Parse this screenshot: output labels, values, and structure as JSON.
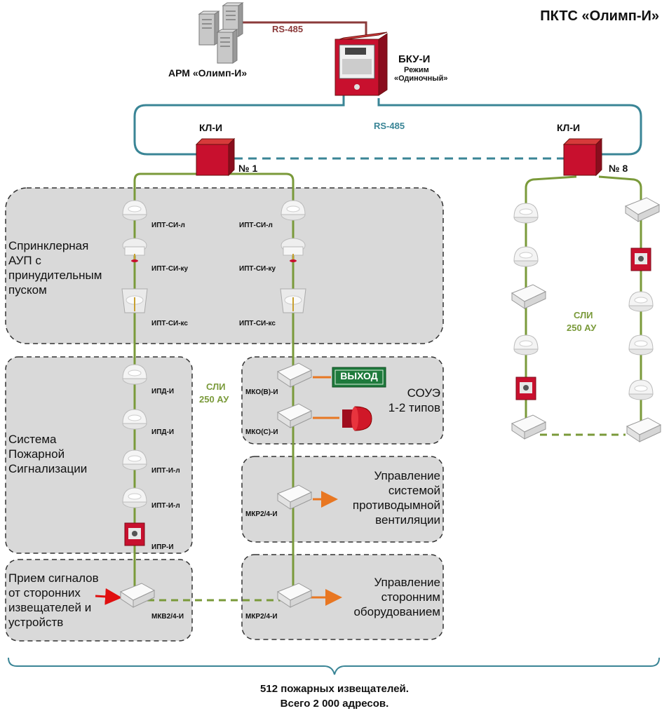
{
  "title": "ПКТС «Олимп-И»",
  "top": {
    "rs485_top": "RS-485",
    "arm_label": "АРМ «Олимп-И»",
    "bku_label": "БКУ-И",
    "bku_mode_1": "Режим",
    "bku_mode_2": "«Одиночный»",
    "rs485_ring": "RS-485"
  },
  "controllers": {
    "kl_left": "КЛ-И",
    "kl_left_num": "№ 1",
    "kl_right": "КЛ-И",
    "kl_right_num": "№ 8"
  },
  "zones": {
    "sprinkler": [
      "Спринклерная",
      "АУП с",
      "принудительным",
      "пуском"
    ],
    "fire_alarm": [
      "Система",
      "Пожарной",
      "Сигнализации"
    ],
    "signals": [
      "Прием сигналов",
      "от сторонних",
      "извещателей и",
      "устройств"
    ],
    "soue": [
      "СОУЭ",
      "1-2 типов"
    ],
    "ventilation": [
      "Управление",
      "системой",
      "противодымной",
      "вентиляции"
    ],
    "equipment": [
      "Управление",
      "сторонним",
      "оборудованием"
    ]
  },
  "device_labels": {
    "ipt_si_l_1": "ИПТ-СИ-л",
    "ipt_si_l_2": "ИПТ-СИ-л",
    "ipt_si_ku_1": "ИПТ-СИ-ку",
    "ipt_si_ku_2": "ИПТ-СИ-ку",
    "ipt_si_ks_1": "ИПТ-СИ-кс",
    "ipt_si_ks_2": "ИПТ-СИ-кс",
    "ipd_1": "ИПД-И",
    "ipd_2": "ИПД-И",
    "ipt_l_1": "ИПТ-И-л",
    "ipt_l_2": "ИПТ-И-л",
    "ipr": "ИПР-И",
    "mkv": "МКВ2/4-И",
    "mko_v": "МКО(В)-И",
    "mko_s": "МКО(С)-И",
    "mkr_1": "МКР2/4-И",
    "mkr_2": "МКР2/4-И",
    "exit_sign": "ВЫХОД"
  },
  "sli": {
    "left_1": "СЛИ",
    "left_2": "250 АУ",
    "right_1": "СЛИ",
    "right_2": "250 АУ"
  },
  "footer": {
    "line1": "512 пожарных извещателей.",
    "line2": "Всего 2 000 адресов."
  },
  "colors": {
    "rs485_top": "#8b3a3a",
    "rs485_ring": "#3a8596",
    "sli_loop": "#7a9a3a",
    "zone_fill": "#d9d9d9",
    "device_red": "#c8102e",
    "arrow_orange": "#e87722",
    "exit_green": "#1e7a3c"
  },
  "icons": [
    "server-icon",
    "control-panel-icon",
    "controller-box-icon",
    "smoke-detector-icon",
    "sprinkler-detector-icon",
    "manual-call-point-icon",
    "module-icon",
    "siren-icon",
    "exit-sign-icon",
    "arrow-icon"
  ]
}
